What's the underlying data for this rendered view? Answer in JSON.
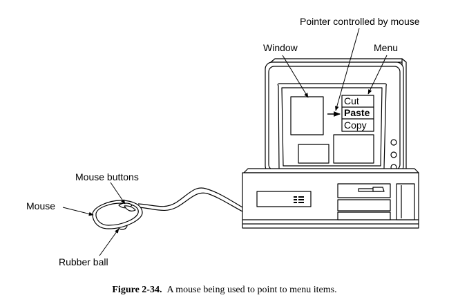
{
  "labels": {
    "pointer": "Pointer controlled by mouse",
    "window": "Window",
    "menu": "Menu",
    "mouse_buttons": "Mouse buttons",
    "mouse": "Mouse",
    "rubber_ball": "Rubber ball"
  },
  "menu_items": [
    "Cut",
    "Paste",
    "Copy"
  ],
  "caption": {
    "number": "Figure 2-34.",
    "text": "A mouse being used to point to menu items."
  }
}
